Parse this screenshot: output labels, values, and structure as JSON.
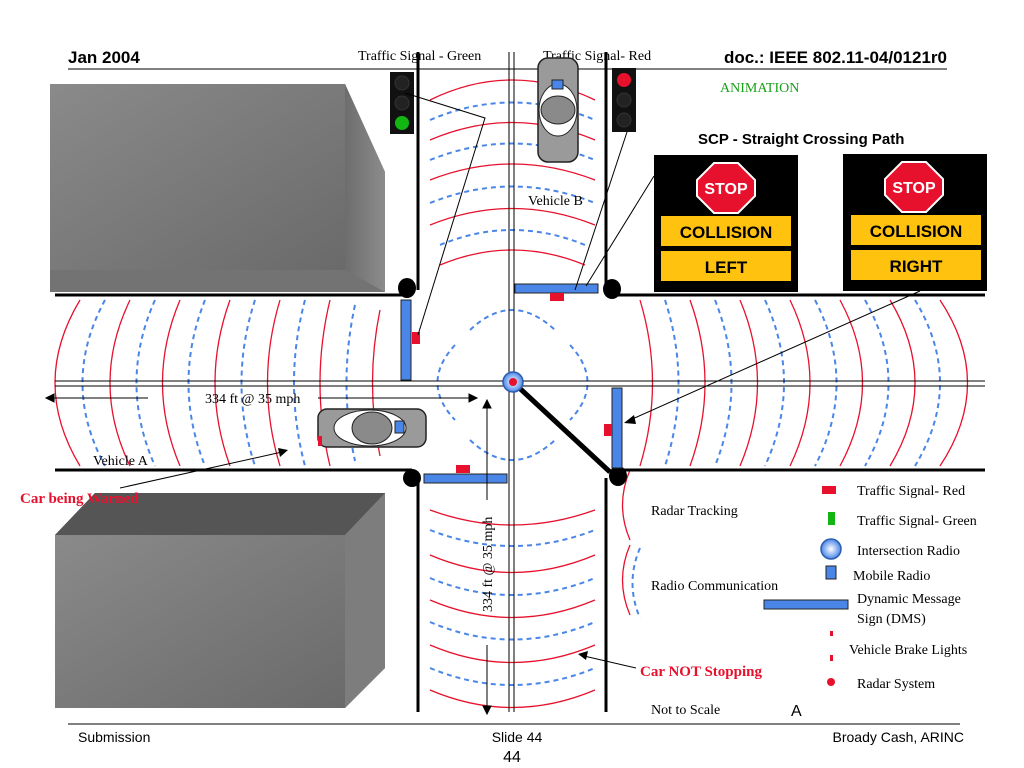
{
  "header": {
    "date": "Jan 2004",
    "doc": "doc.: IEEE 802.11-04/0121r0",
    "animation": "ANIMATION"
  },
  "signals": {
    "green_label": "Traffic Signal - Green",
    "red_label": "Traffic Signal- Red"
  },
  "scenario_title": "SCP - Straight Crossing Path",
  "signs": {
    "left": {
      "stop": "STOP",
      "line1": "COLLISION",
      "line2": "LEFT"
    },
    "right": {
      "stop": "STOP",
      "line1": "COLLISION",
      "line2": "RIGHT"
    }
  },
  "labels": {
    "vehicle_b": "Vehicle B",
    "vehicle_a": "Vehicle A",
    "distance_h": "334 ft @ 35 mph",
    "distance_v": "334 ft @ 35 mph",
    "car_warned": "Car being Warned",
    "car_not_stopping": "Car NOT Stopping",
    "radar_tracking": "Radar Tracking",
    "radio_communication": "Radio Communication",
    "not_to_scale": "Not to Scale",
    "corner_letter": "A"
  },
  "legend": {
    "items": [
      {
        "label": "Traffic Signal- Red"
      },
      {
        "label": "Traffic Signal- Green"
      },
      {
        "label": "Intersection Radio"
      },
      {
        "label": "Mobile Radio"
      },
      {
        "label": "Dynamic Message"
      },
      {
        "label": "Sign (DMS)"
      },
      {
        "label": "Vehicle Brake Lights"
      },
      {
        "label": "Radar  System"
      }
    ]
  },
  "footer": {
    "submission": "Submission",
    "slide": "Slide 44",
    "page": "44",
    "author": "Broady Cash, ARINC"
  },
  "colors": {
    "red": "#e8112d",
    "green": "#12b512",
    "blue": "#4a86e8",
    "accent_green": "#1aa01a",
    "sign_yellow": "#ffc20e"
  }
}
